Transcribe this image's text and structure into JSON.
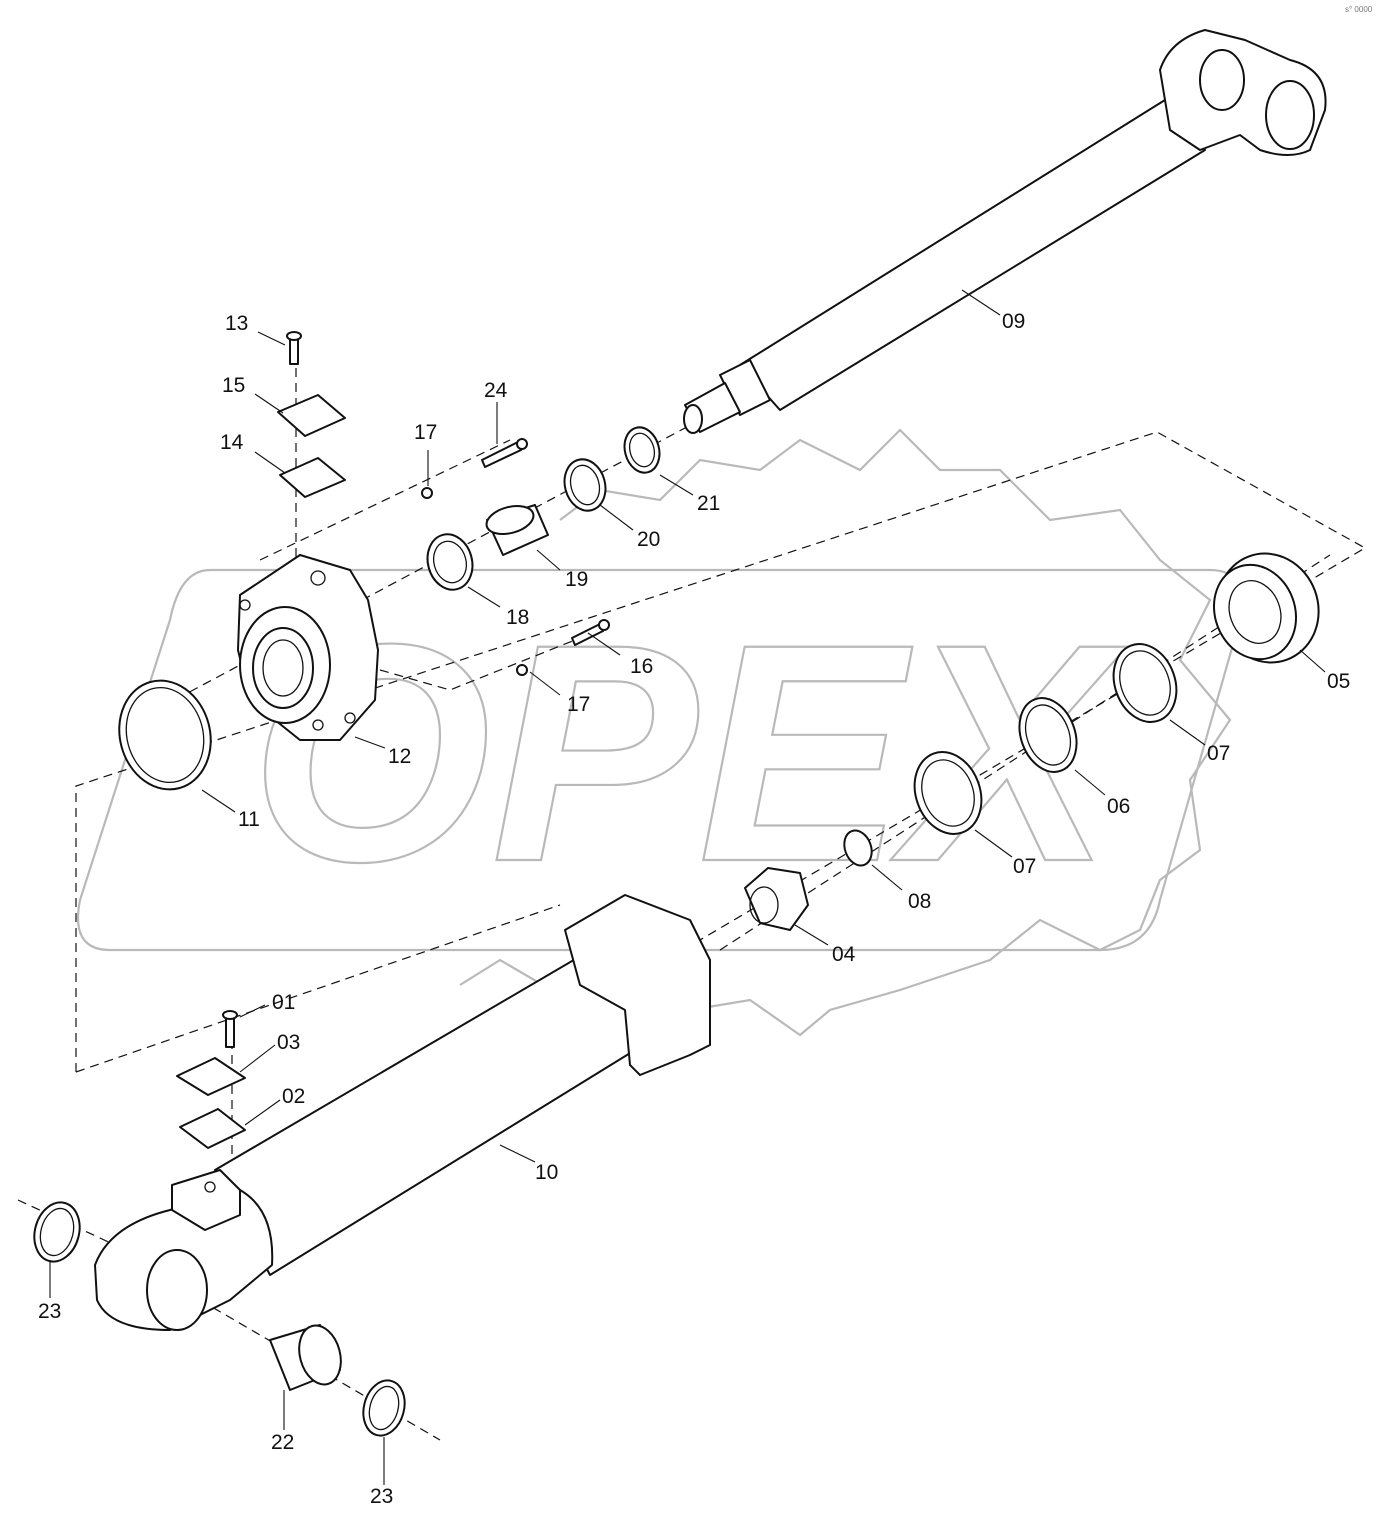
{
  "watermark": {
    "text": "OPEX"
  },
  "corner_mark": "s° 0000",
  "parts": [
    {
      "id": "p01",
      "label": "01"
    },
    {
      "id": "p02",
      "label": "02"
    },
    {
      "id": "p03",
      "label": "03"
    },
    {
      "id": "p04",
      "label": "04"
    },
    {
      "id": "p05",
      "label": "05"
    },
    {
      "id": "p06",
      "label": "06"
    },
    {
      "id": "p07a",
      "label": "07"
    },
    {
      "id": "p07b",
      "label": "07"
    },
    {
      "id": "p08",
      "label": "08"
    },
    {
      "id": "p09",
      "label": "09"
    },
    {
      "id": "p10",
      "label": "10"
    },
    {
      "id": "p11",
      "label": "11"
    },
    {
      "id": "p12",
      "label": "12"
    },
    {
      "id": "p13",
      "label": "13"
    },
    {
      "id": "p14",
      "label": "14"
    },
    {
      "id": "p15",
      "label": "15"
    },
    {
      "id": "p16",
      "label": "16"
    },
    {
      "id": "p17a",
      "label": "17"
    },
    {
      "id": "p17b",
      "label": "17"
    },
    {
      "id": "p18",
      "label": "18"
    },
    {
      "id": "p19",
      "label": "19"
    },
    {
      "id": "p20",
      "label": "20"
    },
    {
      "id": "p21",
      "label": "21"
    },
    {
      "id": "p22",
      "label": "22"
    },
    {
      "id": "p23a",
      "label": "23"
    },
    {
      "id": "p23b",
      "label": "23"
    },
    {
      "id": "p24",
      "label": "24"
    }
  ]
}
